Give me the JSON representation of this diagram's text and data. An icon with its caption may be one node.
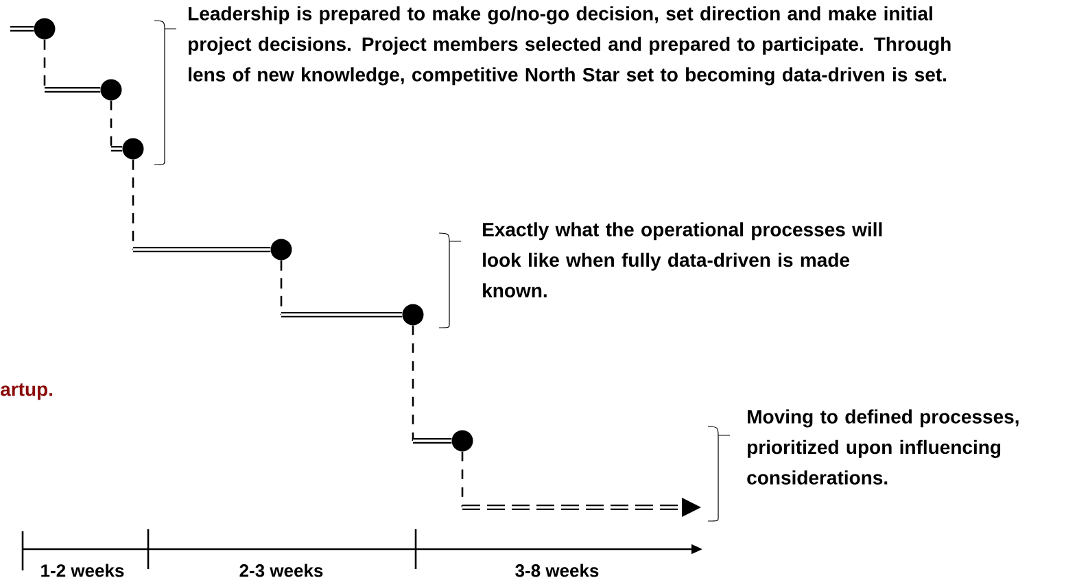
{
  "diagram": {
    "nodes": [
      {
        "text": [],
        "shape": "circle"
      },
      {
        "text": [],
        "shape": "circle"
      },
      {
        "text": [],
        "shape": "circle"
      },
      {
        "text": [],
        "shape": "circle"
      },
      {
        "text": [],
        "shape": "circle"
      },
      {
        "text": [],
        "shape": "circle"
      }
    ],
    "edges": [
      {
        "from": null,
        "to": 0,
        "arrow": "none"
      },
      {
        "from": 0,
        "to": 1,
        "arrow": "none"
      },
      {
        "from": 1,
        "to": 2,
        "arrow": "none",
        "style": "dashed"
      },
      {
        "from": 2,
        "to": 3,
        "arrow": "none"
      },
      {
        "from": 3,
        "to": 4,
        "arrow": "none"
      },
      {
        "from": 4,
        "to": 5,
        "arrow": "none",
        "style": "dashed"
      },
      {
        "from": 5,
        "to": null,
        "arrow": "to",
        "style": "dashed"
      }
    ],
    "labels": [
      "Leadership is prepared to make go/no-go decision, set direction and make initial project decisions. Project members selected and prepared to participate. Through lens of new knowledge, competitive North Star set to becoming data-driven is set.",
      "Exactly what the operational processes will look like when fully data-driven is made known.",
      "artup.",
      "Moving to defined processes, prioritized upon influencing considerations.",
      "1-2 weeks",
      "2-3 weeks",
      "3-8 weeks"
    ]
  }
}
